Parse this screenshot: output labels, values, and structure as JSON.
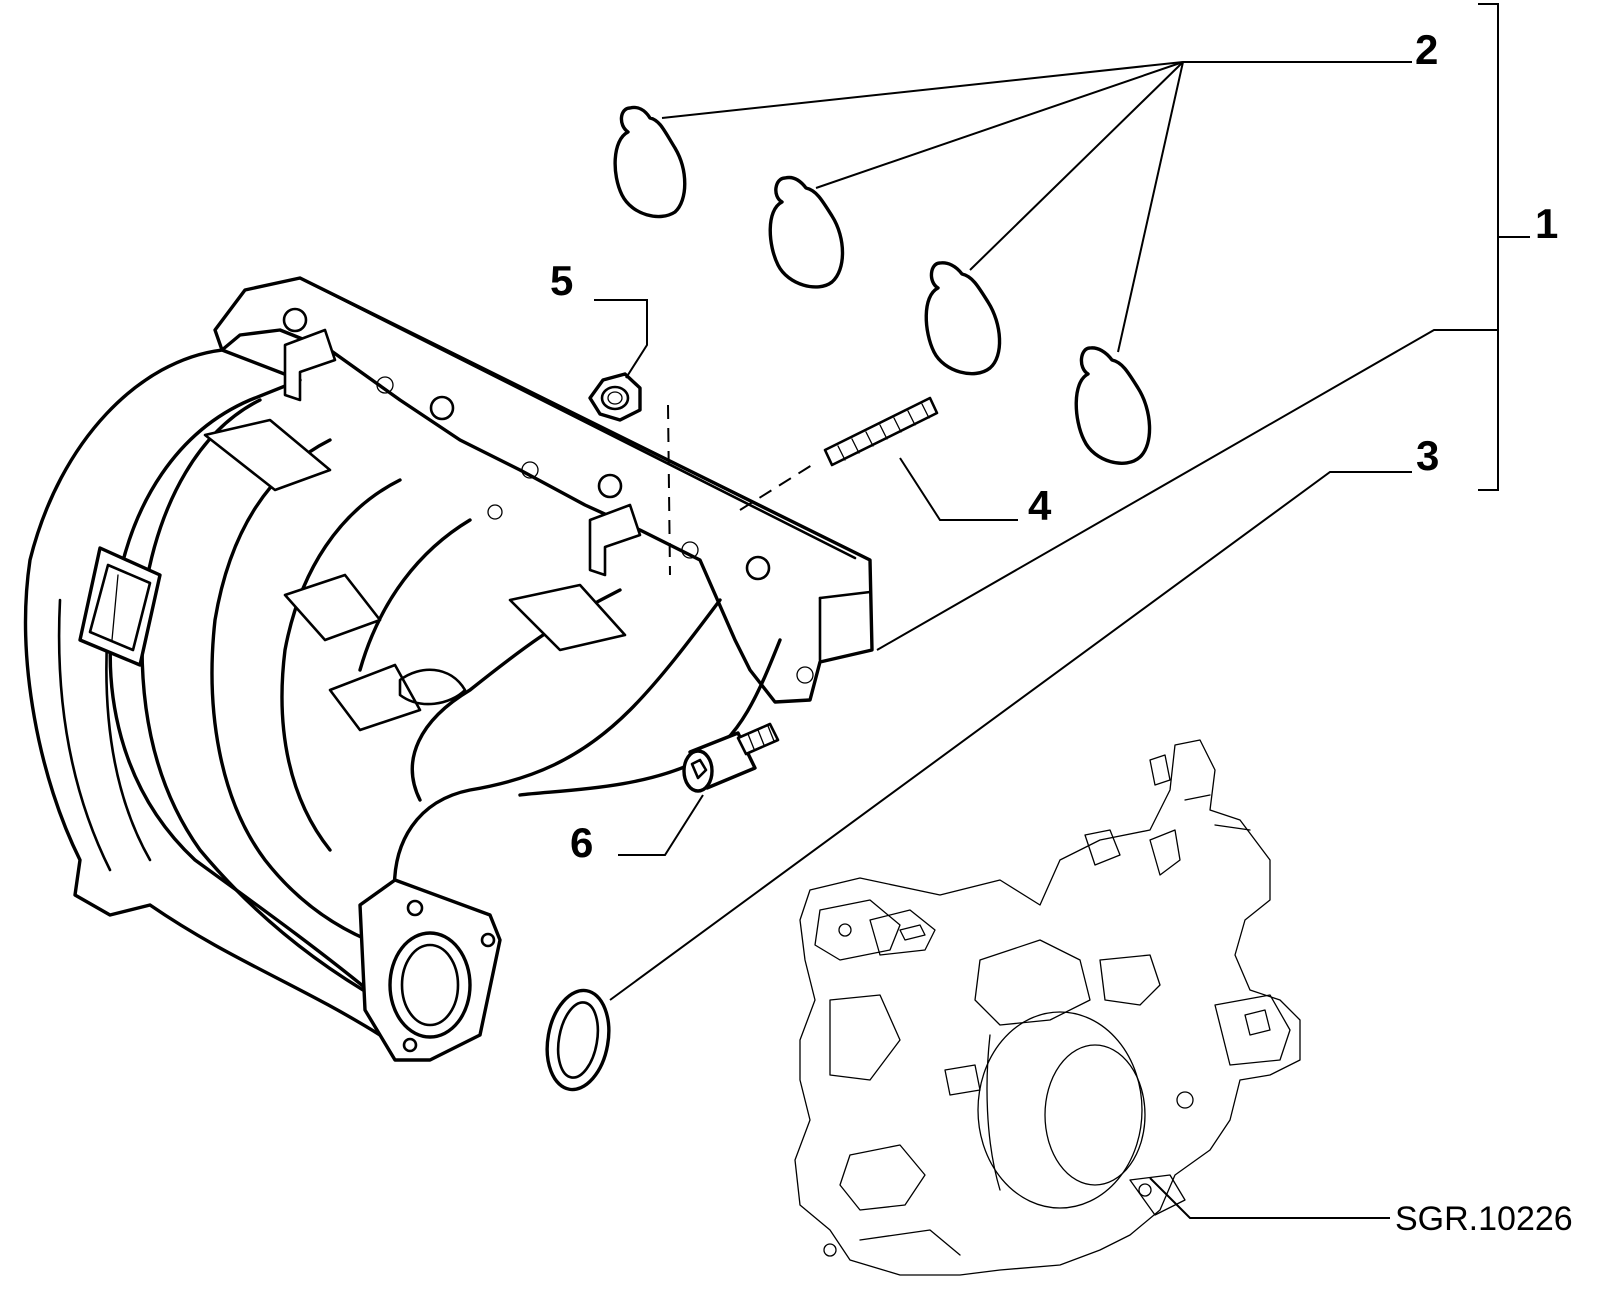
{
  "callouts": [
    {
      "id": "1",
      "label": "1"
    },
    {
      "id": "2",
      "label": "2"
    },
    {
      "id": "3",
      "label": "3"
    },
    {
      "id": "4",
      "label": "4"
    },
    {
      "id": "5",
      "label": "5"
    },
    {
      "id": "6",
      "label": "6"
    }
  ],
  "reference_code": "SGR.10226"
}
